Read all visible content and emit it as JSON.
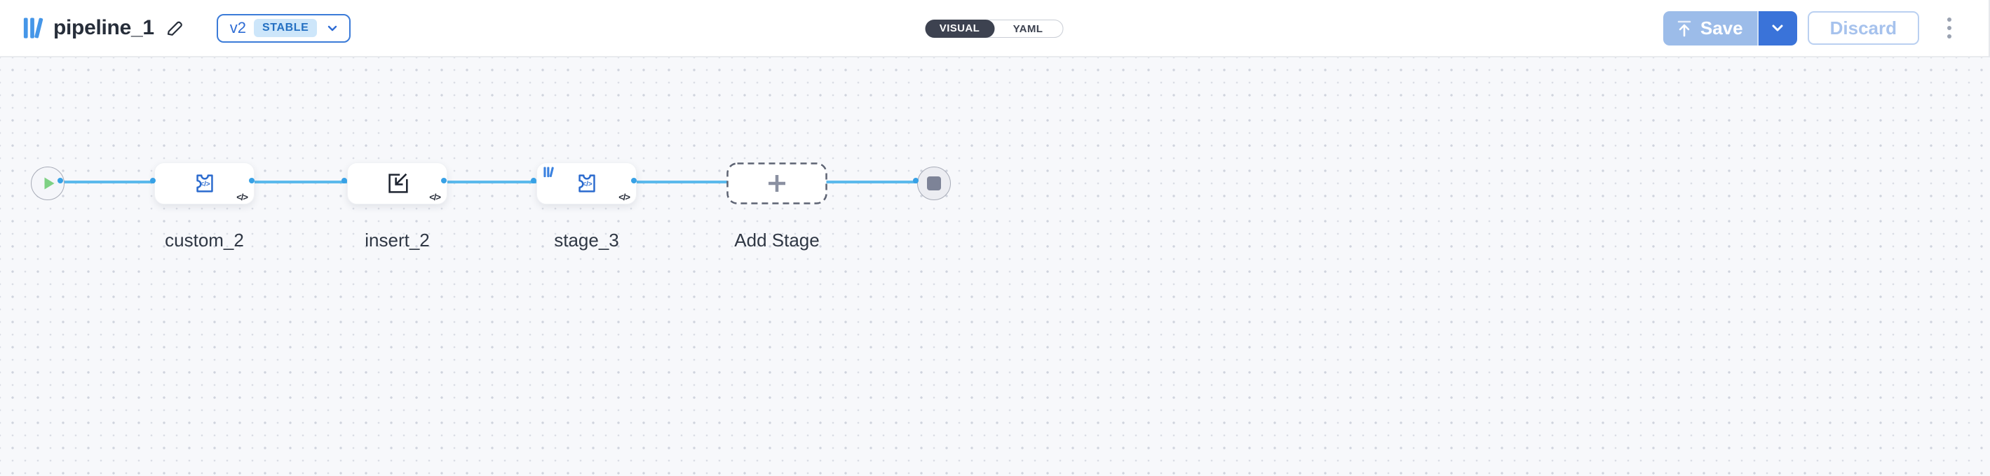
{
  "header": {
    "title": "pipeline_1",
    "version": {
      "label": "v2",
      "badge": "STABLE"
    },
    "view_toggle": {
      "options": [
        "VISUAL",
        "YAML"
      ],
      "selected": "VISUAL"
    },
    "save_label": "Save",
    "discard_label": "Discard"
  },
  "canvas": {
    "nodes": [
      {
        "id": "start",
        "type": "start-node",
        "icon": "play-icon"
      },
      {
        "id": "custom_2",
        "type": "stage",
        "label": "custom_2",
        "icon": "puzzle-code-icon",
        "code_glyph": "</>",
        "corner_badge": "</>"
      },
      {
        "id": "insert_2",
        "type": "stage",
        "label": "insert_2",
        "icon": "import-icon",
        "corner_badge": "</>"
      },
      {
        "id": "stage_3",
        "type": "stage",
        "label": "stage_3",
        "icon": "puzzle-code-icon",
        "code_glyph": "</>",
        "corner_badge": "</>",
        "corner_logo": "brand-logo-icon"
      },
      {
        "id": "add_stage",
        "type": "add-stage",
        "label": "Add Stage",
        "icon": "plus-icon"
      },
      {
        "id": "end",
        "type": "end-node",
        "icon": "stop-icon"
      }
    ],
    "edges": [
      "start->custom_2",
      "custom_2->insert_2",
      "insert_2->stage_3",
      "stage_3->add_stage",
      "add_stage->end"
    ]
  },
  "colors": {
    "accent_blue": "#3b7bd8",
    "edge_blue": "#5bb9ec",
    "port_blue": "#37a1e6",
    "node_icon_blue": "#2a6ace",
    "logo_blue": "#4596e8",
    "save_disabled_bg": "#9cbce9",
    "save_caret_bg": "#3a73d9",
    "discard_text": "#a6c2ed",
    "toggle_dark": "#3d4250",
    "play_green": "#7ed184",
    "stop_gray": "#7d8397",
    "stable_badge_bg": "#cde6fa",
    "stable_badge_text": "#2470c2",
    "canvas_bg": "#f7f8fb"
  }
}
